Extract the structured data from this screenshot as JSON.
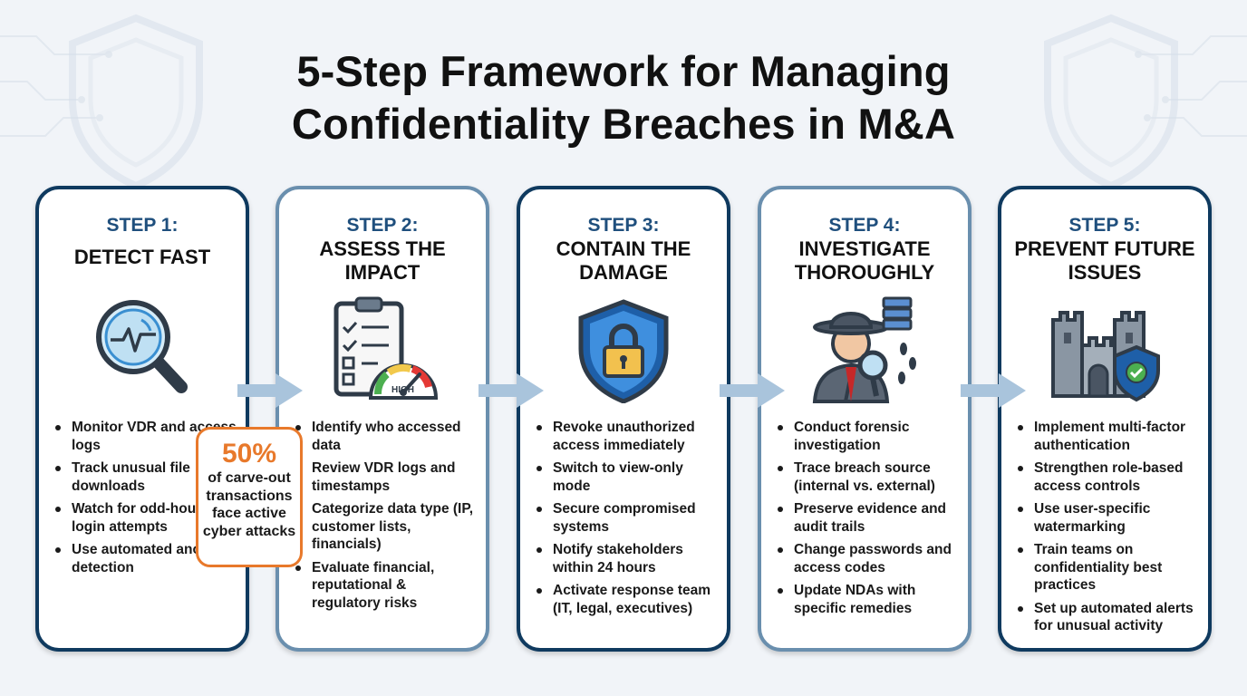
{
  "title": {
    "line1": "5-Step Framework for Managing",
    "line2": "Confidentiality Breaches in M&A"
  },
  "steps": [
    {
      "label": "STEP 1:",
      "title": "DETECT FAST",
      "icon": "magnifying-glass-icon",
      "bullets": [
        "Monitor VDR and access logs",
        "Track unusual file downloads",
        "Watch for odd-hour login attempts",
        "Use automated anomaly detection"
      ]
    },
    {
      "label": "STEP 2:",
      "title": "ASSESS THE IMPACT",
      "icon": "clipboard-gauge-icon",
      "gauge_label": "HIGH",
      "bullets": [
        "Identify who accessed data",
        "Review VDR logs and timestamps",
        "Categorize data type (IP, customer lists, financials)",
        "Evaluate financial, reputational & regulatory risks"
      ]
    },
    {
      "label": "STEP 3:",
      "title": "CONTAIN THE DAMAGE",
      "icon": "shield-lock-icon",
      "bullets": [
        "Revoke unauthorized access immediately",
        "Switch to view-only mode",
        "Secure compromised systems",
        "Notify stakeholders within 24 hours",
        "Activate response team (IT, legal, executives)"
      ]
    },
    {
      "label": "STEP 4:",
      "title": "INVESTIGATE THOROUGHLY",
      "icon": "detective-icon",
      "bullets": [
        "Conduct forensic investigation",
        "Trace breach source (internal vs. external)",
        "Preserve evidence and audit trails",
        "Change passwords and access codes",
        "Update NDAs with specific remedies"
      ]
    },
    {
      "label": "STEP 5:",
      "title": "PREVENT FUTURE ISSUES",
      "icon": "castle-shield-icon",
      "bullets": [
        "Implement multi-factor authentication",
        "Strengthen role-based access controls",
        "Use user-specific watermarking",
        "Train teams on confidentiality best practices",
        "Set up automated alerts for unusual activity"
      ]
    }
  ],
  "callout": {
    "value": "50%",
    "text": "of carve-out transactions face active cyber attacks"
  },
  "colors": {
    "dark_border": "#0f3a5f",
    "light_border": "#6a8fae",
    "accent": "#e8792b",
    "step_label": "#1f4f7d",
    "arrow": "#a9c4dc"
  }
}
